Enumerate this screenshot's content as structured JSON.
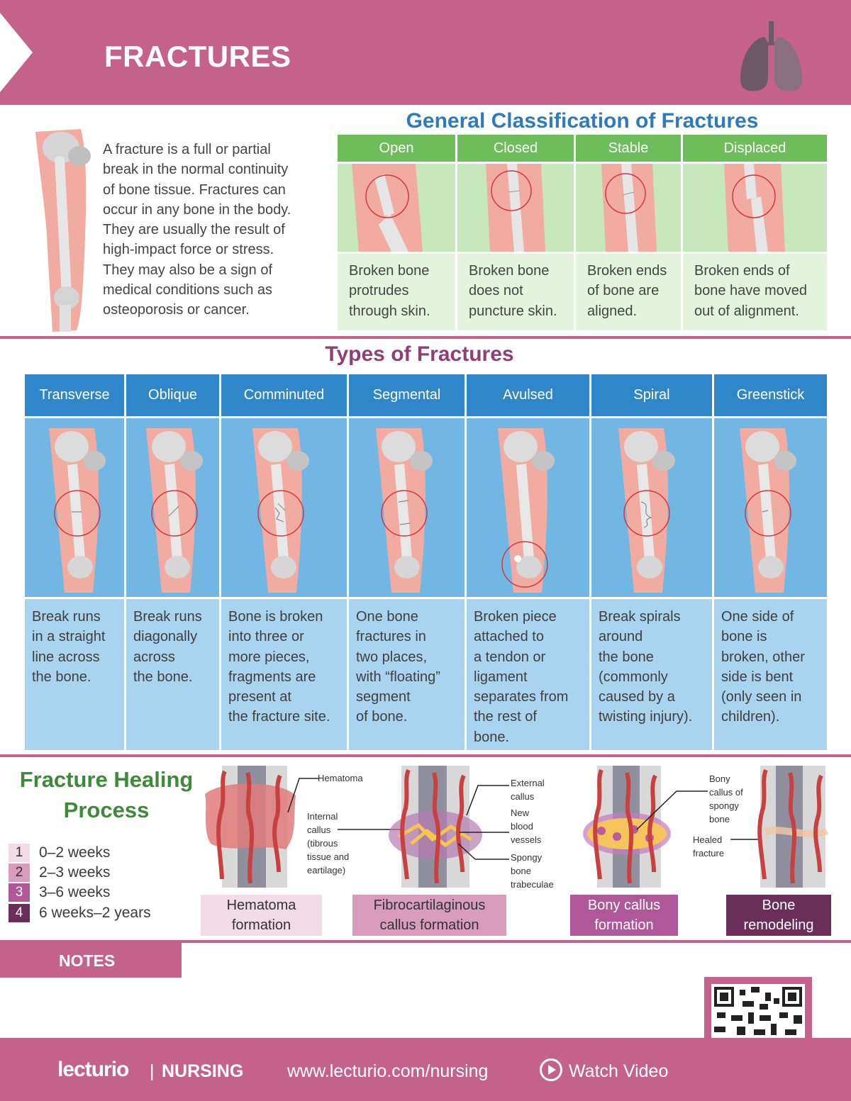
{
  "header": {
    "title": "FRACTURES",
    "icon": "lungs-icon"
  },
  "intro": {
    "lines": [
      "A fracture is a full or partial",
      "break in the normal continuity",
      "of bone tissue. Fractures can",
      "occur in any bone in the body.",
      "They are usually the result of",
      "high-impact force or stress.",
      "They may also be a sign of",
      "medical conditions such as",
      "osteoporosis or cancer."
    ]
  },
  "general": {
    "title": "General Classification of Fractures",
    "items": [
      {
        "label": "Open",
        "desc": [
          "Broken bone",
          "protrudes",
          "through skin."
        ]
      },
      {
        "label": "Closed",
        "desc": [
          "Broken bone",
          "does not",
          "puncture skin."
        ]
      },
      {
        "label": "Stable",
        "desc": [
          "Broken ends",
          "of bone are",
          "aligned."
        ]
      },
      {
        "label": "Displaced",
        "desc": [
          "Broken ends of",
          "bone have moved",
          "out of alignment."
        ]
      }
    ]
  },
  "types": {
    "title": "Types of Fractures",
    "items": [
      {
        "label": "Transverse",
        "desc": [
          "Break runs",
          "in a straight",
          "line across",
          "the bone."
        ]
      },
      {
        "label": "Oblique",
        "desc": [
          "Break runs",
          "diagonally",
          "across",
          "the bone."
        ]
      },
      {
        "label": "Comminuted",
        "desc": [
          "Bone is broken",
          "into three or",
          "more pieces,",
          "fragments are",
          "present at",
          "the fracture site."
        ]
      },
      {
        "label": "Segmental",
        "desc": [
          "One bone",
          "fractures in",
          "two places,",
          "with “floating”",
          "segment",
          "of bone."
        ]
      },
      {
        "label": "Avulsed",
        "desc": [
          "Broken piece",
          "attached to",
          "a tendon or",
          "ligament",
          "separates from",
          "the rest of",
          "bone."
        ]
      },
      {
        "label": "Spiral",
        "desc": [
          "Break spirals",
          "around",
          "the bone",
          "(commonly",
          "caused by a",
          "twisting injury)."
        ]
      },
      {
        "label": "Greenstick",
        "desc": [
          "One side of",
          "bone is",
          "broken, other",
          "side is bent",
          "(only seen in",
          "children)."
        ]
      }
    ]
  },
  "healing": {
    "title_lines": [
      "Fracture Healing",
      "Process"
    ],
    "legend": [
      {
        "num": "1",
        "label": "0–2 weeks",
        "color": "#f0dbe6"
      },
      {
        "num": "2",
        "label": "2–3 weeks",
        "color": "#d99cbd"
      },
      {
        "num": "3",
        "label": "3–6 weeks",
        "color": "#b0579a"
      },
      {
        "num": "4",
        "label": "6 weeks–2 years",
        "color": "#6a2e58"
      }
    ],
    "stages": [
      {
        "lines": [
          "Hematoma",
          "formation"
        ]
      },
      {
        "lines": [
          "Fibrocartilaginous",
          "callus formation"
        ]
      },
      {
        "lines": [
          "Bony callus",
          "formation"
        ]
      },
      {
        "lines": [
          "Bone",
          "remodeling"
        ]
      }
    ],
    "labels": {
      "hematoma": "Hematoma",
      "internal": [
        "Internal",
        "callus",
        "(tibrous",
        "tissue and",
        "eartilage)"
      ],
      "external": [
        "External",
        "callus"
      ],
      "vessels": [
        "New",
        "blood",
        "vessels"
      ],
      "spongy": [
        "Spongy",
        "bone",
        "trabeculae"
      ],
      "bony": [
        "Bony",
        "callus of",
        "spongy",
        "bone"
      ],
      "healed": [
        "Healed",
        "fracture"
      ]
    }
  },
  "notes": {
    "label": "NOTES"
  },
  "footer": {
    "logo": "lecturio",
    "separator": "|",
    "brand": "NURSING",
    "url": "www.lecturio.com/nursing",
    "watch": "Watch Video"
  },
  "colors": {
    "header": "#c4628c",
    "green_head": "#6dbd5b",
    "blue_head": "#2f86c8",
    "title_blue": "#2d7bbd",
    "title_purple": "#8d3f76",
    "title_green": "#3f8a3a"
  }
}
